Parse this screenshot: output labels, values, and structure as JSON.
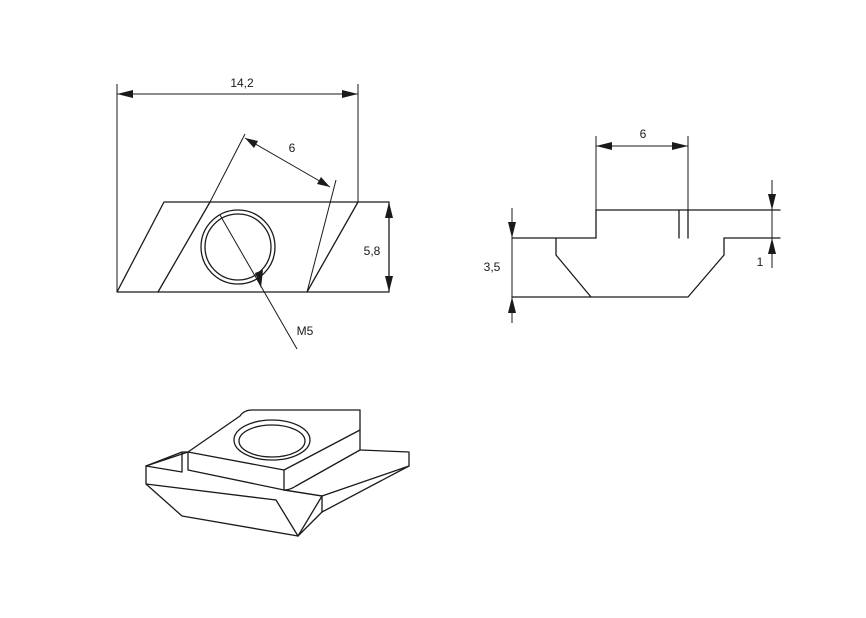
{
  "drawing": {
    "top_view": {
      "width_dim": "14,2",
      "slot_dim": "6",
      "height_dim": "5,8",
      "thread_label": "M5"
    },
    "side_view": {
      "top_width_dim": "6",
      "height_dim": "3,5",
      "lip_dim": "1"
    }
  }
}
